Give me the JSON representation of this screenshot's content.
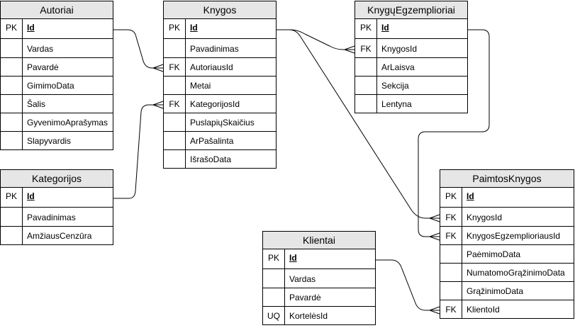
{
  "entities": {
    "autoriai": {
      "title": "Autoriai",
      "rows": [
        {
          "key": "PK",
          "field": "Id"
        },
        {
          "key": "",
          "field": "Vardas"
        },
        {
          "key": "",
          "field": "Pavardė"
        },
        {
          "key": "",
          "field": "GimimoData"
        },
        {
          "key": "",
          "field": "Šalis"
        },
        {
          "key": "",
          "field": "GyvenimoAprašymas"
        },
        {
          "key": "",
          "field": "Slapyvardis"
        }
      ]
    },
    "knygos": {
      "title": "Knygos",
      "rows": [
        {
          "key": "PK",
          "field": "Id"
        },
        {
          "key": "",
          "field": "Pavadinimas"
        },
        {
          "key": "FK",
          "field": "AutoriausId"
        },
        {
          "key": "",
          "field": "Metai"
        },
        {
          "key": "FK",
          "field": "KategorijosId"
        },
        {
          "key": "",
          "field": "PuslapiųSkaičius"
        },
        {
          "key": "",
          "field": "ArPašalinta"
        },
        {
          "key": "",
          "field": "IšrašoData"
        }
      ]
    },
    "egzemplioriai": {
      "title": "KnygųEgzemplioriai",
      "rows": [
        {
          "key": "PK",
          "field": "Id"
        },
        {
          "key": "FK",
          "field": "KnygosId"
        },
        {
          "key": "",
          "field": "ArLaisva"
        },
        {
          "key": "",
          "field": "Sekcija"
        },
        {
          "key": "",
          "field": "Lentyna"
        }
      ]
    },
    "kategorijos": {
      "title": "Kategorijos",
      "rows": [
        {
          "key": "PK",
          "field": "Id"
        },
        {
          "key": "",
          "field": "Pavadinimas"
        },
        {
          "key": "",
          "field": "AmžiausCenzūra"
        }
      ]
    },
    "paimtos": {
      "title": "PaimtosKnygos",
      "rows": [
        {
          "key": "PK",
          "field": "Id"
        },
        {
          "key": "FK",
          "field": "KnygosId"
        },
        {
          "key": "FK",
          "field": "KnygosEgzemplioriausId"
        },
        {
          "key": "",
          "field": "PaėmimoData"
        },
        {
          "key": "",
          "field": "NumatomoGrąžinimoData"
        },
        {
          "key": "",
          "field": "GrąžinimoData"
        },
        {
          "key": "FK",
          "field": "KlientoId"
        }
      ]
    },
    "klientai": {
      "title": "Klientai",
      "rows": [
        {
          "key": "PK",
          "field": "Id"
        },
        {
          "key": "",
          "field": "Vardas"
        },
        {
          "key": "",
          "field": "Pavardė"
        },
        {
          "key": "UQ",
          "field": "KortelėsId"
        }
      ]
    }
  },
  "relationships": [
    {
      "from": "autoriai.Id",
      "to": "knygos.AutoriausId",
      "cardinality": "one-to-many"
    },
    {
      "from": "kategorijos.Id",
      "to": "knygos.KategorijosId",
      "cardinality": "one-to-many"
    },
    {
      "from": "knygos.Id",
      "to": "egzemplioriai.KnygosId",
      "cardinality": "one-to-many"
    },
    {
      "from": "knygos.Id",
      "to": "paimtos.KnygosId",
      "cardinality": "one-to-many"
    },
    {
      "from": "egzemplioriai.Id",
      "to": "paimtos.KnygosEgzemplioriausId",
      "cardinality": "one-to-many"
    },
    {
      "from": "klientai.Id",
      "to": "paimtos.KlientoId",
      "cardinality": "one-to-many"
    }
  ]
}
